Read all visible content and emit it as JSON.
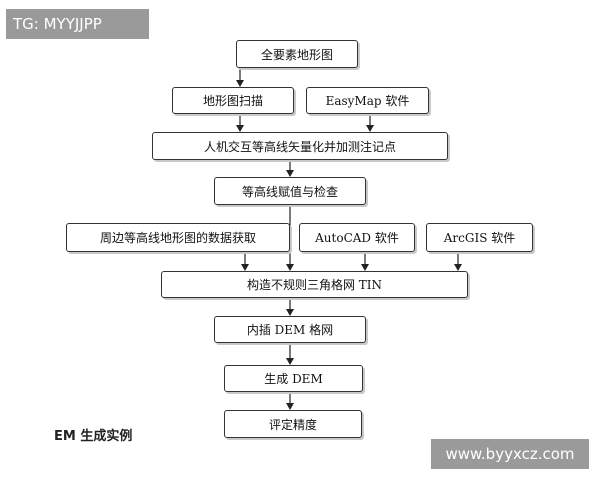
{
  "watermark_top": "TG: MYYJJPP",
  "watermark_bottom": "www.byyxcz.com",
  "caption": "EM 生成实例",
  "nodes": {
    "n1": "全要素地形图",
    "n2": "地形图扫描",
    "n3": "EasyMap 软件",
    "n4": "人机交互等高线矢量化并加测注记点",
    "n5": "等高线赋值与检查",
    "n6": "周边等高线地形图的数据获取",
    "n7": "AutoCAD 软件",
    "n8": "ArcGIS 软件",
    "n9": "构造不规则三角格网 TIN",
    "n10": "内插 DEM 格网",
    "n11": "生成 DEM",
    "n12": "评定精度"
  }
}
